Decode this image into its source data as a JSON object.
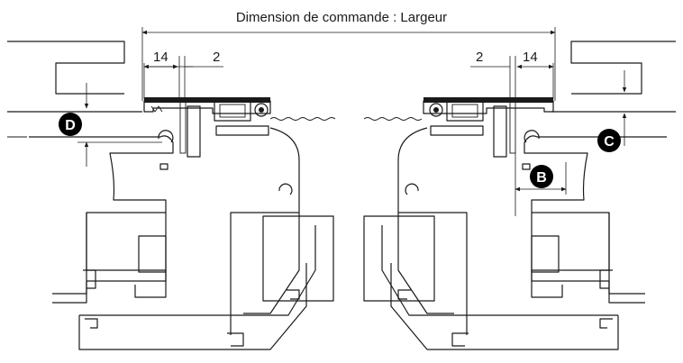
{
  "title": "Dimension de commande : Largeur",
  "dims": {
    "left_a": "14",
    "left_b": "2",
    "right_a": "2",
    "right_b": "14"
  },
  "badges": {
    "b": "B",
    "c": "C",
    "d": "D"
  },
  "colors": {
    "line": "#1a1a1a",
    "badge": "#000000",
    "background": "#ffffff"
  }
}
